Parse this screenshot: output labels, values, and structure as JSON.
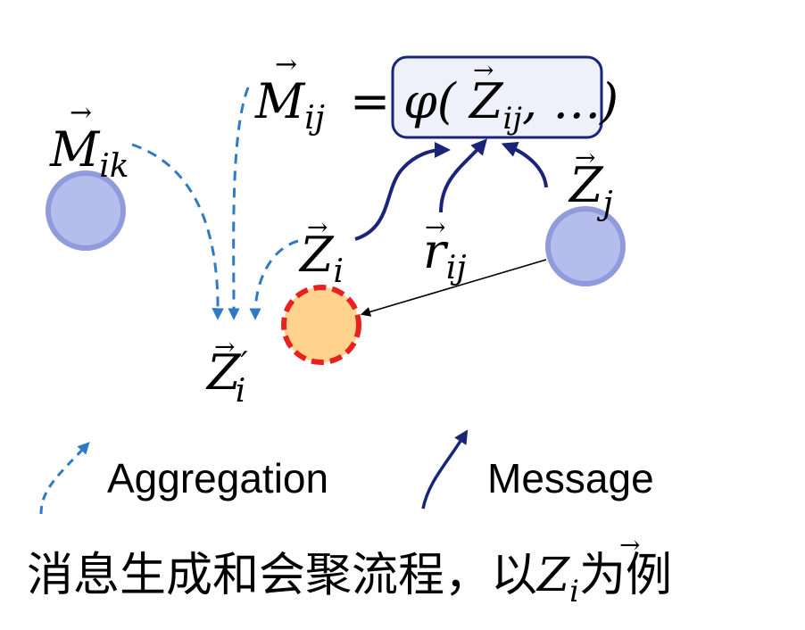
{
  "formula": {
    "lhs_symbol": "M",
    "lhs_subscript": "ij",
    "equals": "=",
    "phi": "φ(",
    "arg_symbol": "Z",
    "arg_subscript": "ij",
    "rest": ", …",
    "close_paren": ")"
  },
  "nodes": {
    "m_ik": {
      "symbol": "M",
      "subscript": "ik"
    },
    "z_j": {
      "symbol": "Z",
      "subscript": "j"
    },
    "z_i": {
      "symbol": "Z",
      "subscript": "i"
    },
    "r_ij": {
      "symbol": "r",
      "subscript": "ij"
    },
    "z_i_prime": {
      "symbol": "Z",
      "subscript": "i",
      "prime": "′"
    }
  },
  "legend": {
    "aggregation_label": "Aggregation",
    "message_label": "Message"
  },
  "caption": {
    "text_before": "消息生成和会聚流程，以",
    "symbol": "Z",
    "subscript": "i",
    "text_after": "为例"
  },
  "colors": {
    "node_fill": "#b4bdeb",
    "node_stroke": "#8f9bdd",
    "center_fill": "#ffd38d",
    "center_stroke": "#e8211f",
    "aggregation_arrow": "#2f7ac7",
    "message_arrow": "#1b2578",
    "formula_box_fill": "#eef1fa",
    "formula_box_stroke": "#1b2578"
  }
}
